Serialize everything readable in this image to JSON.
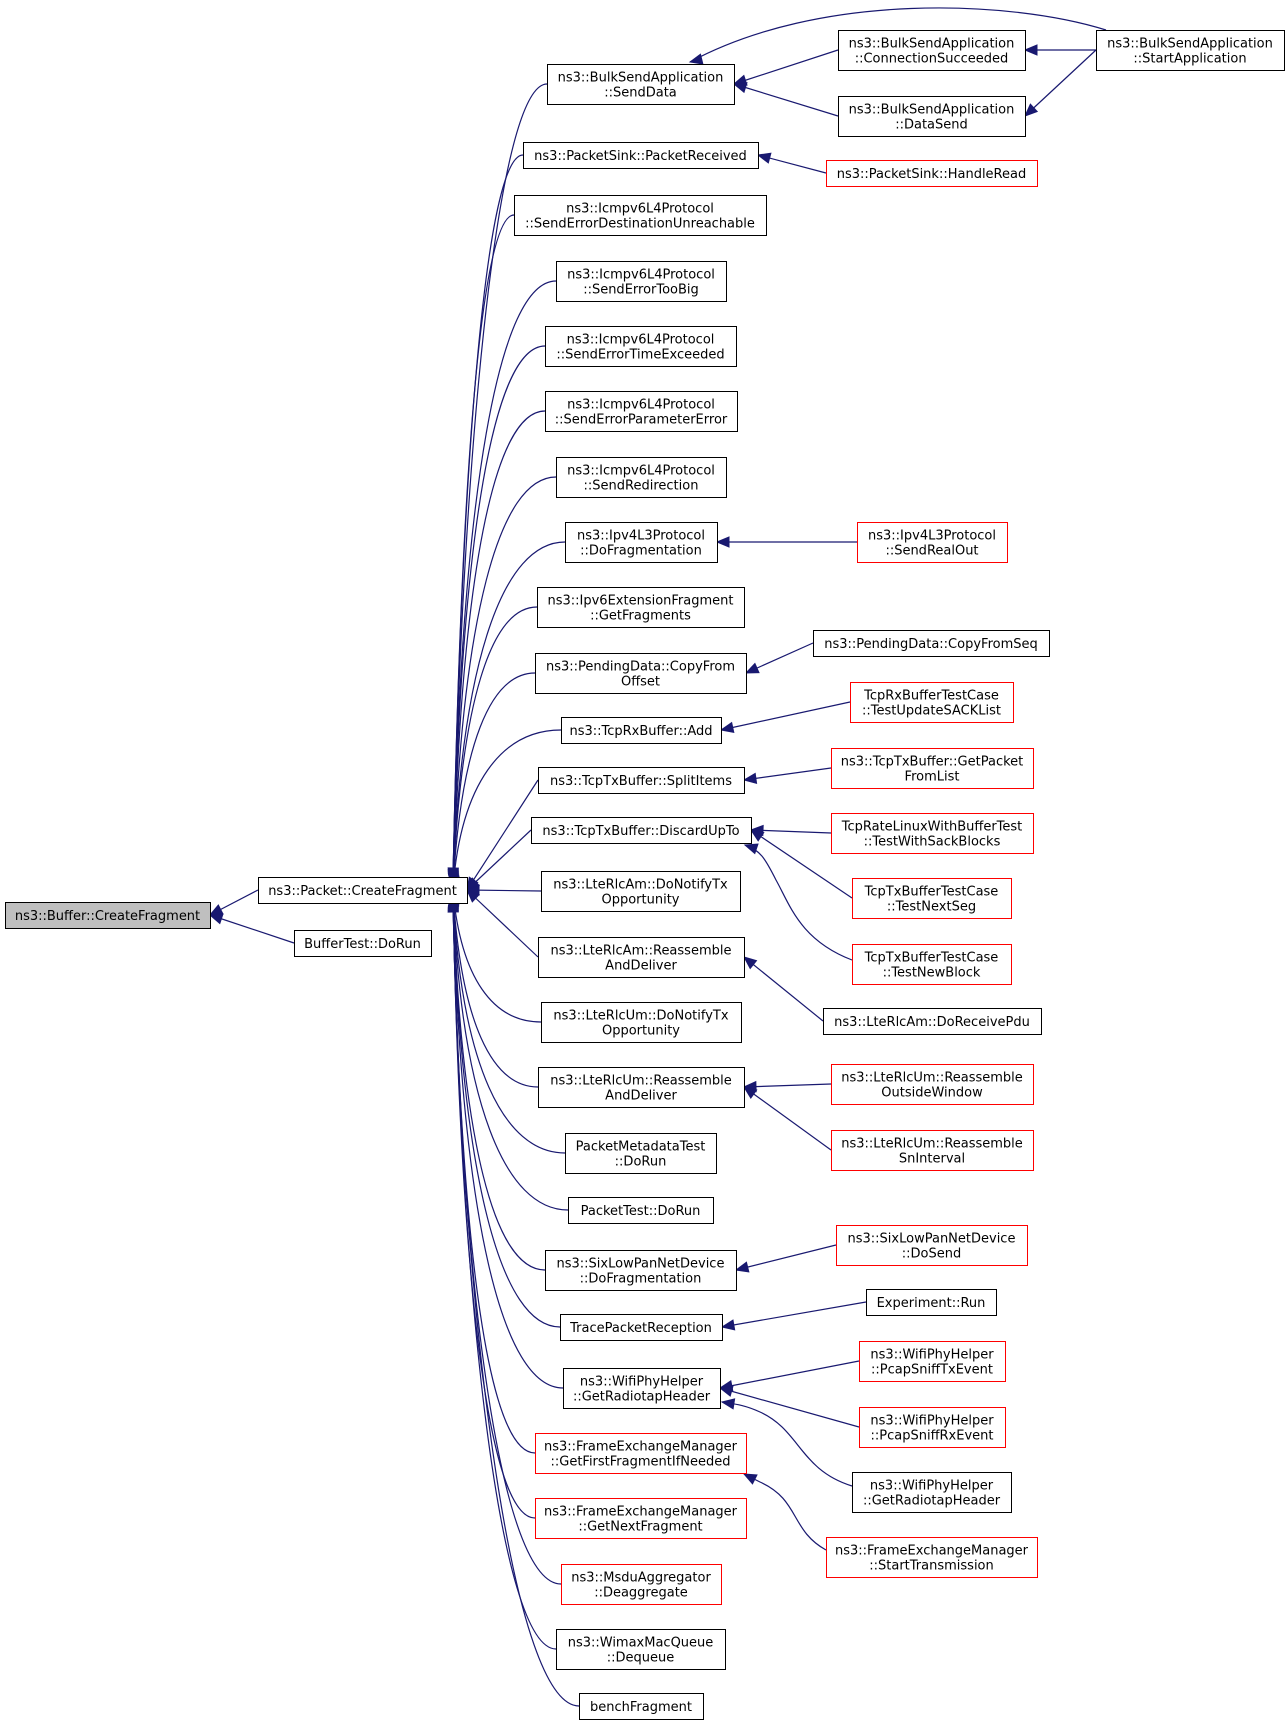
{
  "colors": {
    "edge": "#191970",
    "node_border": "#000000",
    "node_truncated_border": "#ff0000",
    "root_fill": "#bfbfbf",
    "node_fill": "#ffffff"
  },
  "nodes": {
    "buffer_createfragment": {
      "lines": [
        "ns3::Buffer::CreateFragment"
      ],
      "style": "root"
    },
    "packet_createfragment": {
      "lines": [
        "ns3::Packet::CreateFragment"
      ],
      "style": "normal"
    },
    "buffertest_dorun": {
      "lines": [
        "BufferTest::DoRun"
      ],
      "style": "normal"
    },
    "bulksend_senddata": {
      "lines": [
        "ns3::BulkSendApplication",
        "::SendData"
      ],
      "style": "normal"
    },
    "packetsink_packetreceived": {
      "lines": [
        "ns3::PacketSink::PacketReceived"
      ],
      "style": "normal"
    },
    "icmpv6_senderrordestunreach": {
      "lines": [
        "ns3::Icmpv6L4Protocol",
        "::SendErrorDestinationUnreachable"
      ],
      "style": "normal"
    },
    "icmpv6_senderrortoobig": {
      "lines": [
        "ns3::Icmpv6L4Protocol",
        "::SendErrorTooBig"
      ],
      "style": "normal"
    },
    "icmpv6_senderrortimeexceeded": {
      "lines": [
        "ns3::Icmpv6L4Protocol",
        "::SendErrorTimeExceeded"
      ],
      "style": "normal"
    },
    "icmpv6_senderrorparametererror": {
      "lines": [
        "ns3::Icmpv6L4Protocol",
        "::SendErrorParameterError"
      ],
      "style": "normal"
    },
    "icmpv6_sendredirection": {
      "lines": [
        "ns3::Icmpv6L4Protocol",
        "::SendRedirection"
      ],
      "style": "normal"
    },
    "ipv4l3_dofragmentation": {
      "lines": [
        "ns3::Ipv4L3Protocol",
        "::DoFragmentation"
      ],
      "style": "normal"
    },
    "ipv6extfrag_getfragments": {
      "lines": [
        "ns3::Ipv6ExtensionFragment",
        "::GetFragments"
      ],
      "style": "normal"
    },
    "pendingdata_copyfromoffset": {
      "lines": [
        "ns3::PendingData::CopyFrom",
        "Offset"
      ],
      "style": "normal"
    },
    "tcprxbuffer_add": {
      "lines": [
        "ns3::TcpRxBuffer::Add"
      ],
      "style": "normal"
    },
    "tcptxbuffer_splititems": {
      "lines": [
        "ns3::TcpTxBuffer::SplitItems"
      ],
      "style": "normal"
    },
    "tcptxbuffer_discardupto": {
      "lines": [
        "ns3::TcpTxBuffer::DiscardUpTo"
      ],
      "style": "normal"
    },
    "lterlcam_donotifytx": {
      "lines": [
        "ns3::LteRlcAm::DoNotifyTx",
        "Opportunity"
      ],
      "style": "normal"
    },
    "lterlcam_reassemble": {
      "lines": [
        "ns3::LteRlcAm::Reassemble",
        "AndDeliver"
      ],
      "style": "normal"
    },
    "lterlcum_donotifytx": {
      "lines": [
        "ns3::LteRlcUm::DoNotifyTx",
        "Opportunity"
      ],
      "style": "normal"
    },
    "lterlcum_reassemble": {
      "lines": [
        "ns3::LteRlcUm::Reassemble",
        "AndDeliver"
      ],
      "style": "normal"
    },
    "packetmetadatatest_dorun": {
      "lines": [
        "PacketMetadataTest",
        "::DoRun"
      ],
      "style": "normal"
    },
    "packettest_dorun": {
      "lines": [
        "PacketTest::DoRun"
      ],
      "style": "normal"
    },
    "sixlowpan_dofragmentation": {
      "lines": [
        "ns3::SixLowPanNetDevice",
        "::DoFragmentation"
      ],
      "style": "normal"
    },
    "tracepacketreception": {
      "lines": [
        "TracePacketReception"
      ],
      "style": "normal"
    },
    "wifiphyhelper_getradiotapheader": {
      "lines": [
        "ns3::WifiPhyHelper",
        "::GetRadiotapHeader"
      ],
      "style": "normal"
    },
    "fem_getfirstfragment": {
      "lines": [
        "ns3::FrameExchangeManager",
        "::GetFirstFragmentIfNeeded"
      ],
      "style": "truncated"
    },
    "fem_getnextfragment": {
      "lines": [
        "ns3::FrameExchangeManager",
        "::GetNextFragment"
      ],
      "style": "truncated"
    },
    "msduaggregator_deaggregate": {
      "lines": [
        "ns3::MsduAggregator",
        "::Deaggregate"
      ],
      "style": "truncated"
    },
    "wimaxmacqueue_dequeue": {
      "lines": [
        "ns3::WimaxMacQueue",
        "::Dequeue"
      ],
      "style": "normal"
    },
    "benchfragment": {
      "lines": [
        "benchFragment"
      ],
      "style": "normal"
    },
    "bulksend_connectionsucceeded": {
      "lines": [
        "ns3::BulkSendApplication",
        "::ConnectionSucceeded"
      ],
      "style": "normal"
    },
    "bulksend_datasend": {
      "lines": [
        "ns3::BulkSendApplication",
        "::DataSend"
      ],
      "style": "normal"
    },
    "bulksend_startapplication": {
      "lines": [
        "ns3::BulkSendApplication",
        "::StartApplication"
      ],
      "style": "normal"
    },
    "packetsink_handleread": {
      "lines": [
        "ns3::PacketSink::HandleRead"
      ],
      "style": "truncated"
    },
    "ipv4l3_sendrealout": {
      "lines": [
        "ns3::Ipv4L3Protocol",
        "::SendRealOut"
      ],
      "style": "truncated"
    },
    "pendingdata_copyfromseq": {
      "lines": [
        "ns3::PendingData::CopyFromSeq"
      ],
      "style": "normal"
    },
    "tcprxbuffertestcase_testupdatesacklist": {
      "lines": [
        "TcpRxBufferTestCase",
        "::TestUpdateSACKList"
      ],
      "style": "truncated"
    },
    "tcptxbuffer_getpacketfromlist": {
      "lines": [
        "ns3::TcpTxBuffer::GetPacket",
        "FromList"
      ],
      "style": "truncated"
    },
    "tcpratelinux_testwithsackblocks": {
      "lines": [
        "TcpRateLinuxWithBufferTest",
        "::TestWithSackBlocks"
      ],
      "style": "truncated"
    },
    "tcptxbuffertestcase_testnextseg": {
      "lines": [
        "TcpTxBufferTestCase",
        "::TestNextSeg"
      ],
      "style": "truncated"
    },
    "tcptxbuffertestcase_testnewblock": {
      "lines": [
        "TcpTxBufferTestCase",
        "::TestNewBlock"
      ],
      "style": "truncated"
    },
    "lterlcam_doreceivepdu": {
      "lines": [
        "ns3::LteRlcAm::DoReceivePdu"
      ],
      "style": "normal"
    },
    "lterlcum_reassembleoutsidewindow": {
      "lines": [
        "ns3::LteRlcUm::Reassemble",
        "OutsideWindow"
      ],
      "style": "truncated"
    },
    "lterlcum_reassemblesninterval": {
      "lines": [
        "ns3::LteRlcUm::Reassemble",
        "SnInterval"
      ],
      "style": "truncated"
    },
    "sixlowpan_dosend": {
      "lines": [
        "ns3::SixLowPanNetDevice",
        "::DoSend"
      ],
      "style": "truncated"
    },
    "experiment_run": {
      "lines": [
        "Experiment::Run"
      ],
      "style": "normal"
    },
    "wifiphyhelper_pcapsnifftxevent": {
      "lines": [
        "ns3::WifiPhyHelper",
        "::PcapSniffTxEvent"
      ],
      "style": "truncated"
    },
    "wifiphyhelper_pcapsniffrxevent": {
      "lines": [
        "ns3::WifiPhyHelper",
        "::PcapSniffRxEvent"
      ],
      "style": "truncated"
    },
    "wifiphyhelper_getradiotapheader2": {
      "lines": [
        "ns3::WifiPhyHelper",
        "::GetRadiotapHeader"
      ],
      "style": "normal"
    },
    "fem_starttransmission": {
      "lines": [
        "ns3::FrameExchangeManager",
        "::StartTransmission"
      ],
      "style": "truncated"
    }
  },
  "edges": [
    [
      "packet_createfragment",
      "buffer_createfragment"
    ],
    [
      "buffertest_dorun",
      "buffer_createfragment"
    ],
    [
      "bulksend_senddata",
      "packet_createfragment"
    ],
    [
      "packetsink_packetreceived",
      "packet_createfragment"
    ],
    [
      "icmpv6_senderrordestunreach",
      "packet_createfragment"
    ],
    [
      "icmpv6_senderrortoobig",
      "packet_createfragment"
    ],
    [
      "icmpv6_senderrortimeexceeded",
      "packet_createfragment"
    ],
    [
      "icmpv6_senderrorparametererror",
      "packet_createfragment"
    ],
    [
      "icmpv6_sendredirection",
      "packet_createfragment"
    ],
    [
      "ipv4l3_dofragmentation",
      "packet_createfragment"
    ],
    [
      "ipv6extfrag_getfragments",
      "packet_createfragment"
    ],
    [
      "pendingdata_copyfromoffset",
      "packet_createfragment"
    ],
    [
      "tcprxbuffer_add",
      "packet_createfragment"
    ],
    [
      "tcptxbuffer_splititems",
      "packet_createfragment"
    ],
    [
      "tcptxbuffer_discardupto",
      "packet_createfragment"
    ],
    [
      "lterlcam_donotifytx",
      "packet_createfragment"
    ],
    [
      "lterlcam_reassemble",
      "packet_createfragment"
    ],
    [
      "lterlcum_donotifytx",
      "packet_createfragment"
    ],
    [
      "lterlcum_reassemble",
      "packet_createfragment"
    ],
    [
      "packetmetadatatest_dorun",
      "packet_createfragment"
    ],
    [
      "packettest_dorun",
      "packet_createfragment"
    ],
    [
      "sixlowpan_dofragmentation",
      "packet_createfragment"
    ],
    [
      "tracepacketreception",
      "packet_createfragment"
    ],
    [
      "wifiphyhelper_getradiotapheader",
      "packet_createfragment"
    ],
    [
      "fem_getfirstfragment",
      "packet_createfragment"
    ],
    [
      "fem_getnextfragment",
      "packet_createfragment"
    ],
    [
      "msduaggregator_deaggregate",
      "packet_createfragment"
    ],
    [
      "wimaxmacqueue_dequeue",
      "packet_createfragment"
    ],
    [
      "benchfragment",
      "packet_createfragment"
    ],
    [
      "bulksend_connectionsucceeded",
      "bulksend_senddata"
    ],
    [
      "bulksend_datasend",
      "bulksend_senddata"
    ],
    [
      "bulksend_startapplication",
      "bulksend_senddata"
    ],
    [
      "bulksend_startapplication",
      "bulksend_connectionsucceeded"
    ],
    [
      "bulksend_startapplication",
      "bulksend_datasend"
    ],
    [
      "packetsink_handleread",
      "packetsink_packetreceived"
    ],
    [
      "ipv4l3_sendrealout",
      "ipv4l3_dofragmentation"
    ],
    [
      "pendingdata_copyfromseq",
      "pendingdata_copyfromoffset"
    ],
    [
      "tcprxbuffertestcase_testupdatesacklist",
      "tcprxbuffer_add"
    ],
    [
      "tcptxbuffer_getpacketfromlist",
      "tcptxbuffer_splititems"
    ],
    [
      "tcpratelinux_testwithsackblocks",
      "tcptxbuffer_discardupto"
    ],
    [
      "tcptxbuffertestcase_testnextseg",
      "tcptxbuffer_discardupto"
    ],
    [
      "tcptxbuffertestcase_testnewblock",
      "tcptxbuffer_discardupto"
    ],
    [
      "lterlcam_doreceivepdu",
      "lterlcam_reassemble"
    ],
    [
      "lterlcum_reassembleoutsidewindow",
      "lterlcum_reassemble"
    ],
    [
      "lterlcum_reassemblesninterval",
      "lterlcum_reassemble"
    ],
    [
      "sixlowpan_dosend",
      "sixlowpan_dofragmentation"
    ],
    [
      "experiment_run",
      "tracepacketreception"
    ],
    [
      "wifiphyhelper_pcapsnifftxevent",
      "wifiphyhelper_getradiotapheader"
    ],
    [
      "wifiphyhelper_pcapsniffrxevent",
      "wifiphyhelper_getradiotapheader"
    ],
    [
      "wifiphyhelper_getradiotapheader2",
      "wifiphyhelper_getradiotapheader"
    ],
    [
      "fem_starttransmission",
      "fem_getfirstfragment"
    ]
  ]
}
